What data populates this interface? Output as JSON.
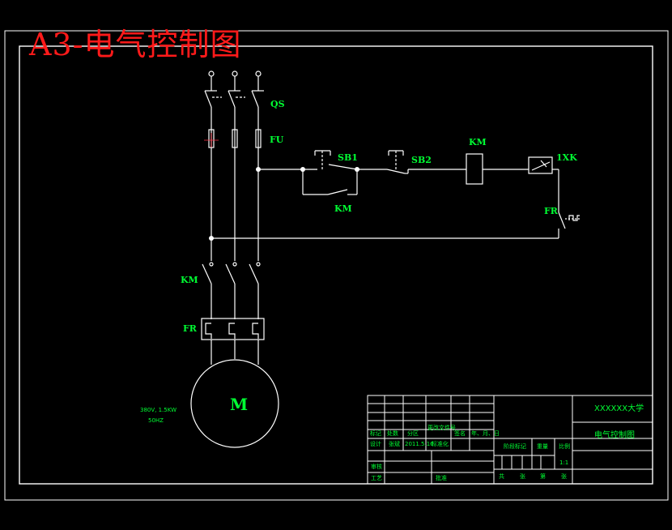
{
  "sheet_title": "A3-电气控制图",
  "colors": {
    "background": "#000000",
    "lines": "#ffffff",
    "labels": "#00ff33",
    "sheet_title": "#ff1a1a",
    "marker": "#ff3344"
  },
  "labels": {
    "qs": "QS",
    "fu": "FU",
    "sb1": "SB1",
    "sb2": "SB2",
    "km_coil": "KM",
    "limit_switch": "1XK",
    "km_hold": "KM",
    "fr_contact": "FR",
    "km_main": "KM",
    "fr_main": "FR",
    "motor": "M",
    "motor_spec_1": "380V, 1.5KW",
    "motor_spec_2": "50HZ"
  },
  "title_block": {
    "university": "XXXXXX大学",
    "drawing_name": "电气控制图",
    "row_change": [
      "标记",
      "处数",
      "分区",
      "更改文件号",
      "签名",
      "年、月、日"
    ],
    "row_design": [
      "设计",
      "张斌",
      "2011.5.16",
      "标准化"
    ],
    "row_review": "审核",
    "row_process": "工艺",
    "approve": "批准",
    "stage_mark": "阶段标记",
    "weight": "重量",
    "scale_label": "比例",
    "scale_value": "1:1",
    "sheet_count": [
      "共",
      "张",
      "第",
      "张"
    ]
  }
}
